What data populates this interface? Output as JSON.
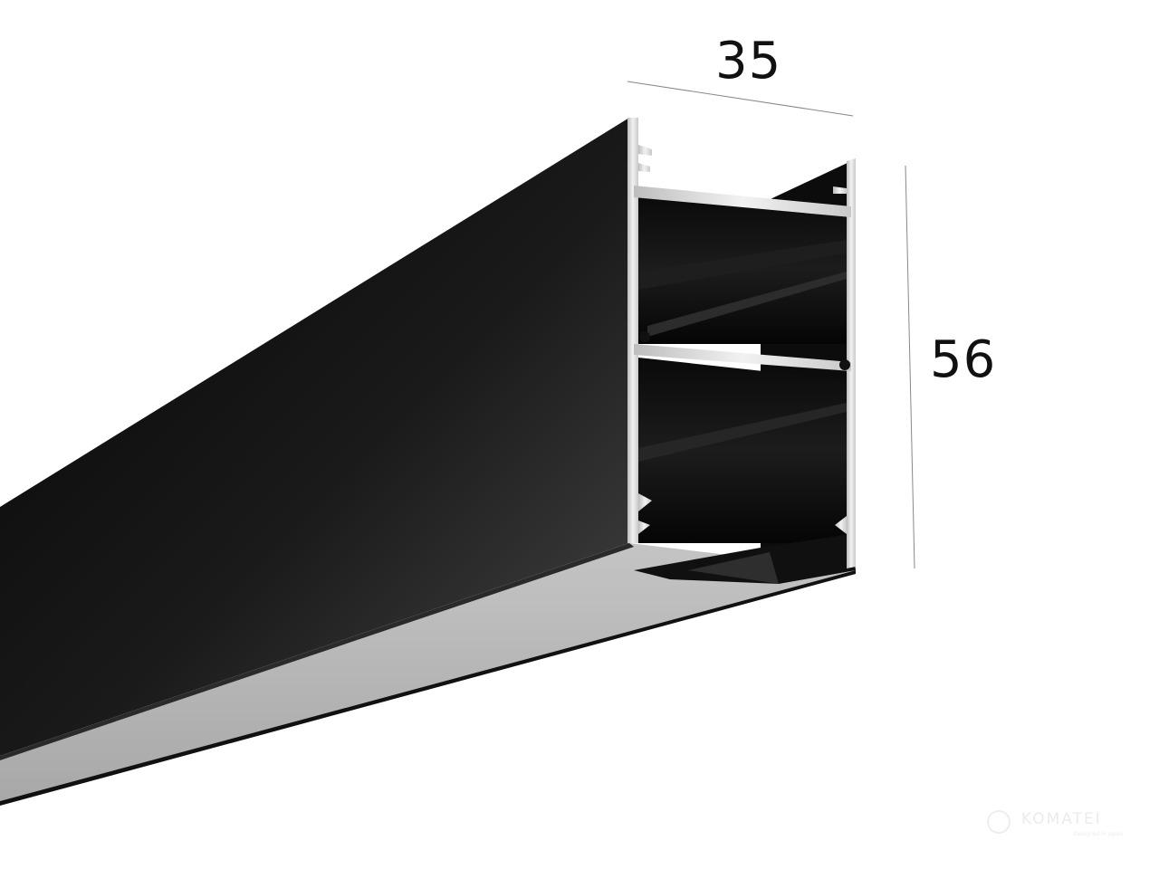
{
  "dimensions": {
    "width_label": "35",
    "height_label": "56"
  },
  "watermark": {
    "brand": "KOMATEI",
    "tagline": "Designed in Japan"
  },
  "colors": {
    "profile_body": "#141414",
    "profile_highlight": "#3a3a3a",
    "aluminium": "#d9d9d9",
    "diffuser": "#b5b5b5",
    "dimension_line": "#777777"
  }
}
